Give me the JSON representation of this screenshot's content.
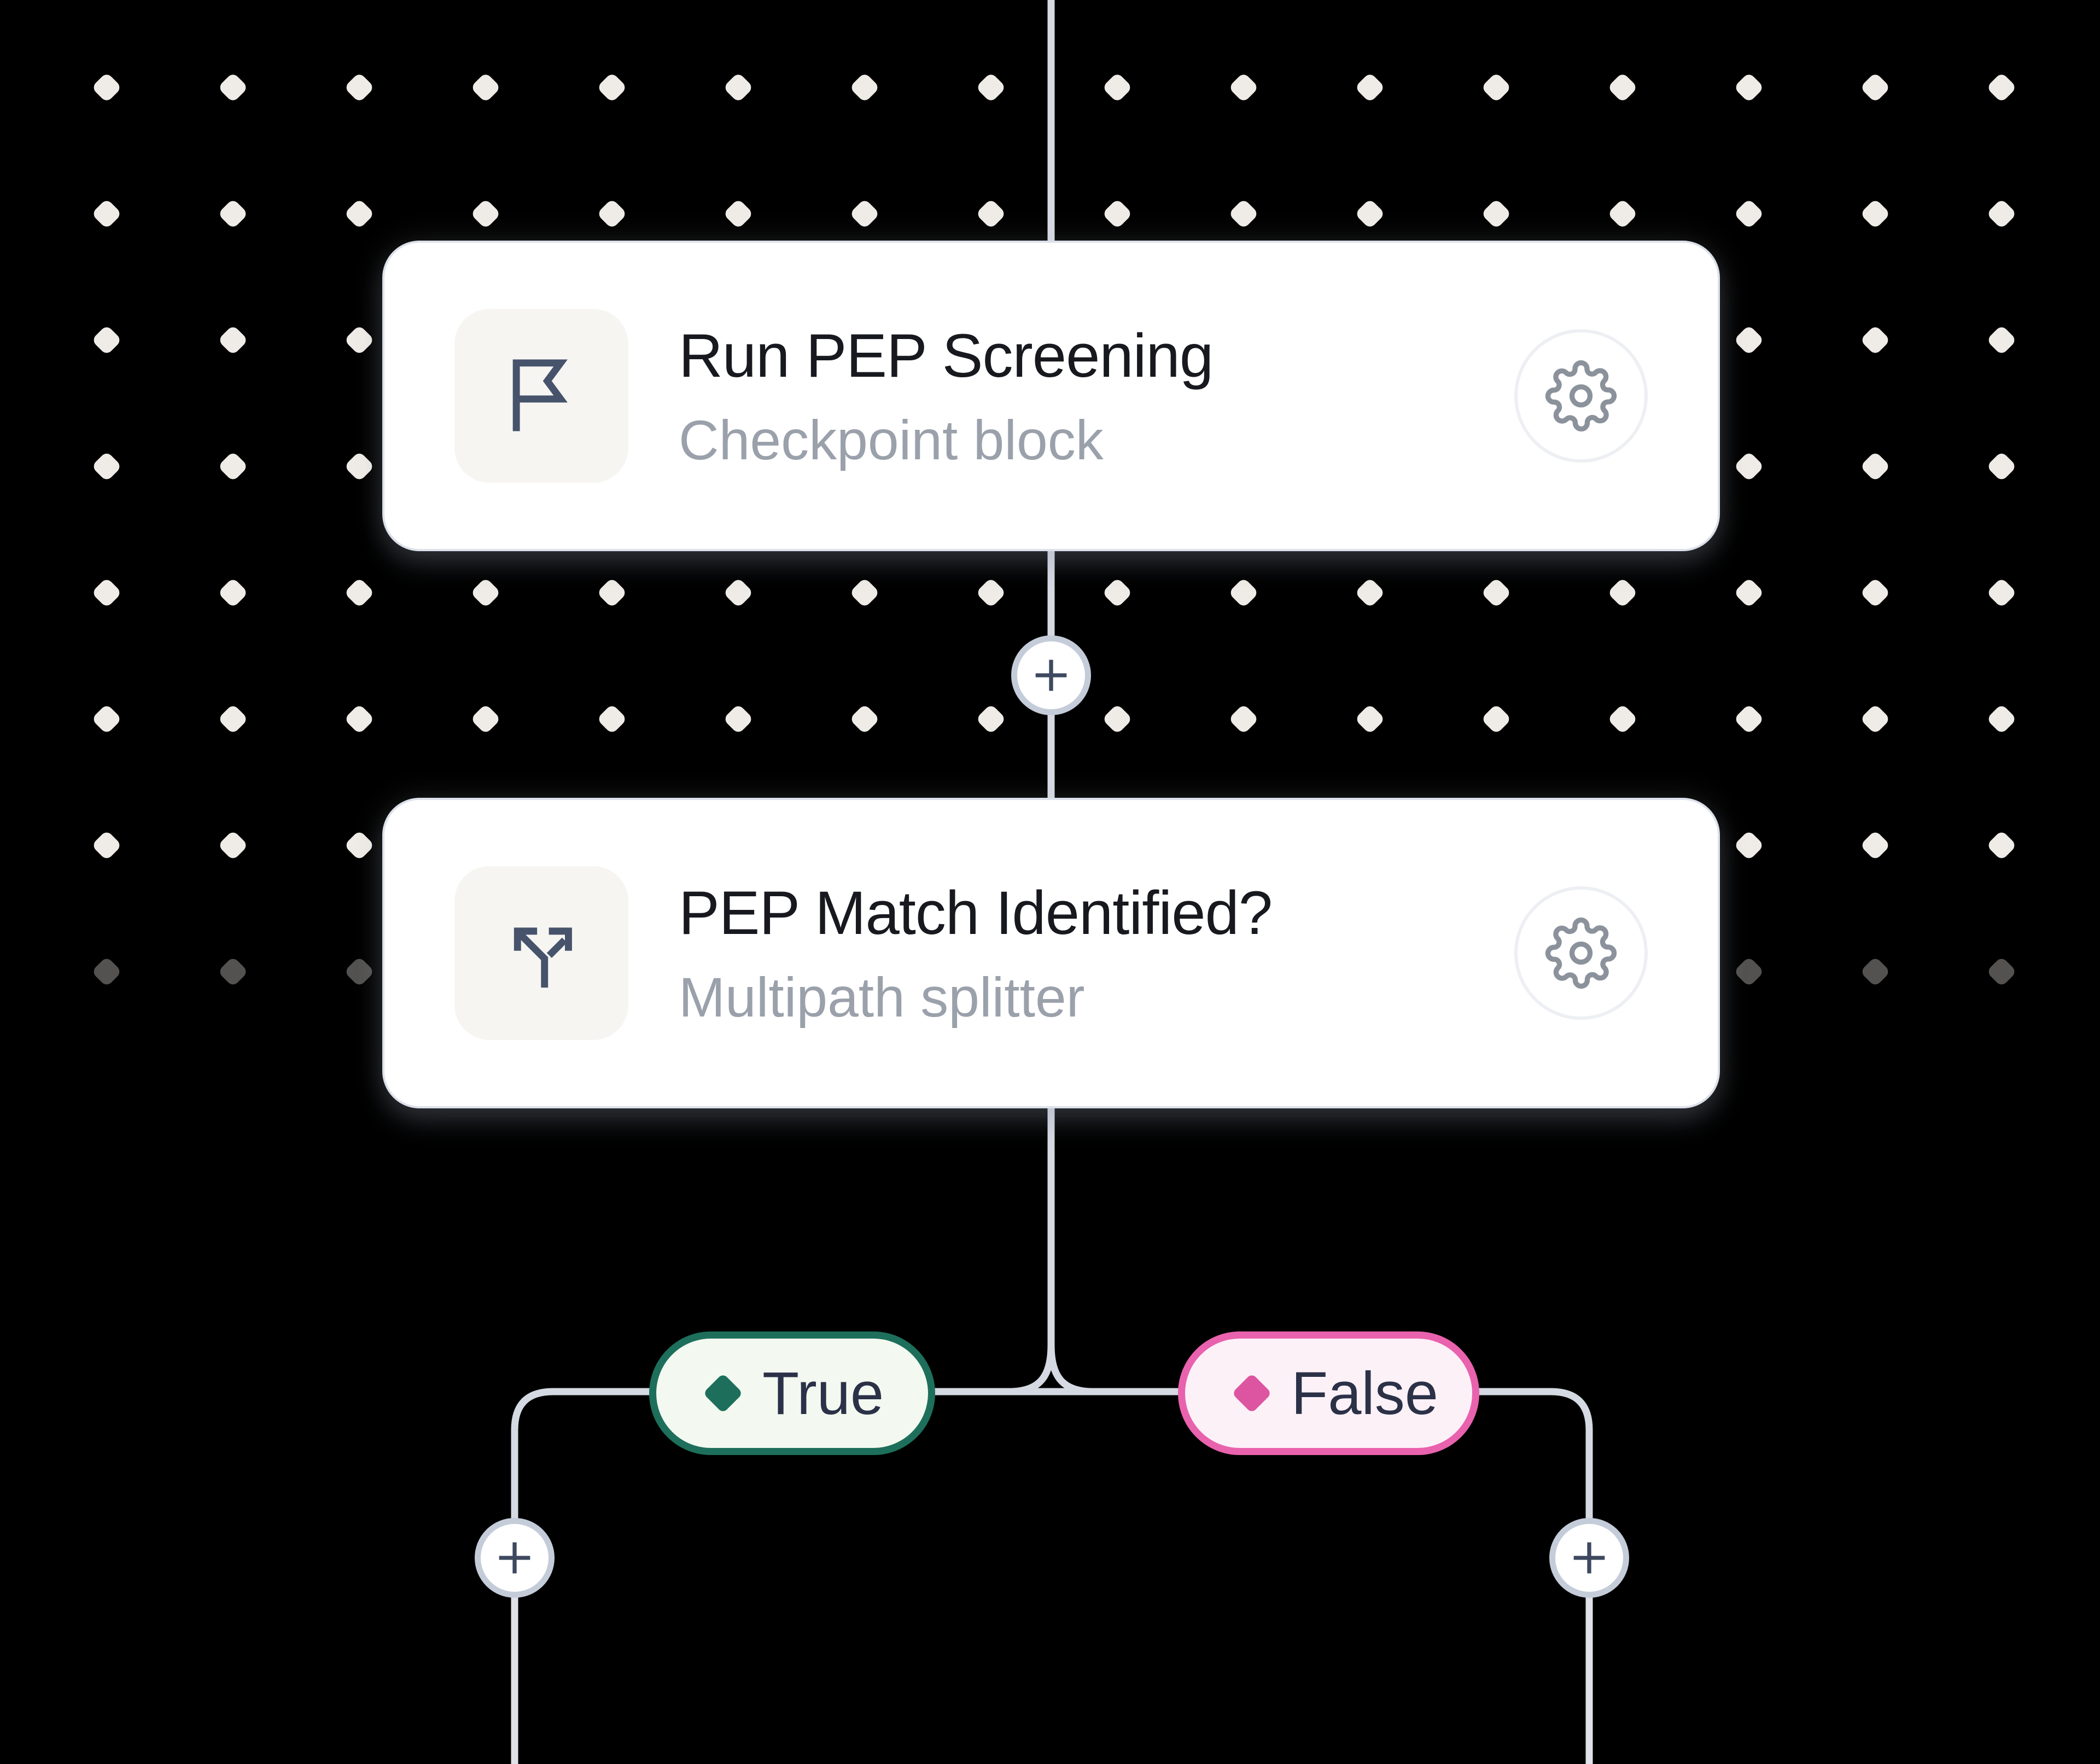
{
  "flow": {
    "nodes": [
      {
        "title": "Run PEP Screening",
        "subtitle": "Checkpoint block",
        "icon": "flag-icon",
        "settings_icon": "gear-icon"
      },
      {
        "title": "PEP Match Identified?",
        "subtitle": "Multipath splitter",
        "icon": "split-icon",
        "settings_icon": "gear-icon"
      }
    ],
    "branches": [
      {
        "label": "True",
        "diamond_color": "#1d6f5b",
        "border_color": "#1d6f5b",
        "bg_color": "#f3f9f0"
      },
      {
        "label": "False",
        "diamond_color": "#dd55a0",
        "border_color": "#e962ad",
        "bg_color": "#fdf1f8"
      }
    ],
    "add_button_glyph": "+"
  },
  "colors": {
    "canvas_background": "#000000",
    "dot": "#efece7",
    "connector": "#d5d9e2",
    "connector_faded": "#dfe2e9",
    "card_background": "#ffffff",
    "card_border": "#dce1ea",
    "title_text": "#17191f",
    "subtitle_text": "#9ba1ab",
    "icon_stroke": "#47536b",
    "icon_tile_background": "#f6f5f2",
    "gear_icon": "#8b929b",
    "plus_icon": "#3e4960",
    "badge_text": "#2b3147"
  }
}
